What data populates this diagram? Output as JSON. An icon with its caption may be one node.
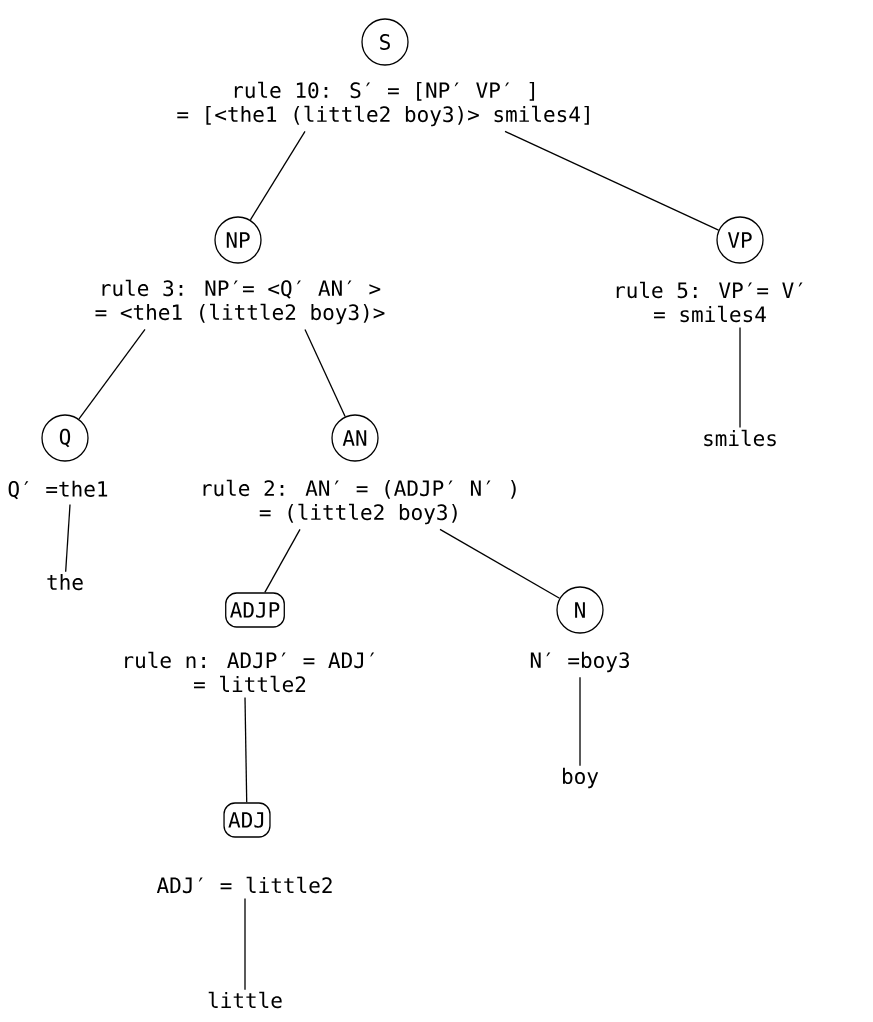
{
  "diagram": {
    "nodes": [
      {
        "text": [
          "S"
        ]
      },
      {
        "text": [
          "rule 10: S′ = [NP′ VP′ ]",
          "= [<the1 (little2 boy3)> smiles4]"
        ]
      },
      {
        "text": [
          "NP"
        ]
      },
      {
        "text": [
          "VP"
        ]
      },
      {
        "text": [
          "rule 3: NP′= <Q′ AN′ >",
          "= <the1 (little2 boy3)>"
        ]
      },
      {
        "text": [
          "rule 5: VP′= V′",
          "= smiles4"
        ]
      },
      {
        "text": [
          "Q"
        ]
      },
      {
        "text": [
          "AN"
        ]
      },
      {
        "text": [
          "smiles"
        ]
      },
      {
        "text": [
          "Q′ =the1"
        ]
      },
      {
        "text": [
          "rule 2: AN′ = (ADJP′ N′ )",
          "= (little2 boy3)"
        ]
      },
      {
        "text": [
          "the"
        ]
      },
      {
        "text": [
          "ADJP"
        ]
      },
      {
        "text": [
          "N"
        ]
      },
      {
        "text": [
          "rule n: ADJP′ = ADJ′",
          "= little2"
        ]
      },
      {
        "text": [
          "N′ =boy3"
        ]
      },
      {
        "text": [
          "ADJ"
        ]
      },
      {
        "text": [
          "boy"
        ]
      },
      {
        "text": [
          "ADJ′ = little2"
        ]
      },
      {
        "text": [
          "little"
        ]
      }
    ],
    "edges": [
      {
        "from": 1,
        "to": 2,
        "arrow": "none"
      },
      {
        "from": 1,
        "to": 3,
        "arrow": "none"
      },
      {
        "from": 4,
        "to": 6,
        "arrow": "none"
      },
      {
        "from": 4,
        "to": 7,
        "arrow": "none"
      },
      {
        "from": 5,
        "to": 8,
        "arrow": "none"
      },
      {
        "from": 9,
        "to": 11,
        "arrow": "none"
      },
      {
        "from": 10,
        "to": 12,
        "arrow": "none"
      },
      {
        "from": 10,
        "to": 13,
        "arrow": "none"
      },
      {
        "from": 14,
        "to": 16,
        "arrow": "none"
      },
      {
        "from": 15,
        "to": 17,
        "arrow": "none"
      },
      {
        "from": 18,
        "to": 19,
        "arrow": "none"
      }
    ]
  }
}
